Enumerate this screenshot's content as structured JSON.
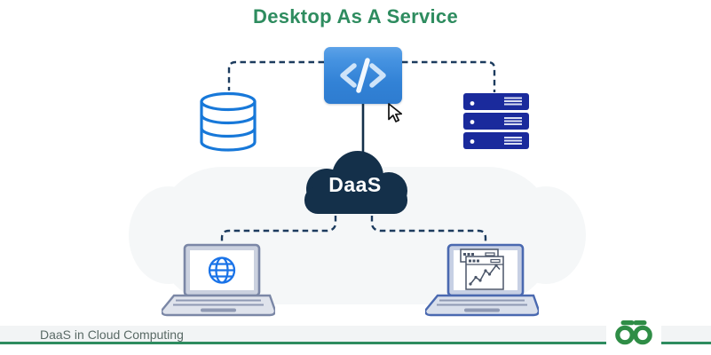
{
  "title": "Desktop As A Service",
  "cloud": {
    "label": "DaaS"
  },
  "footer": {
    "caption": "DaaS in Cloud Computing",
    "logo": "geeksforgeeks-logo"
  },
  "nodes": {
    "top_left": "database-icon",
    "top_center": "code-icon",
    "top_right": "server-stack-icon",
    "center": "daas-cloud",
    "bottom_left": "laptop-with-globe-icon",
    "bottom_right": "laptop-with-analytics-icon",
    "pointer": "mouse-cursor-icon"
  },
  "colors": {
    "title_green": "#2E8C5F",
    "divider_green": "#2E8C5F",
    "logo_green": "#2F8D46",
    "code_box_blue": "#3282D6",
    "database_blue": "#1778D9",
    "server_navy": "#1A2A9C",
    "cloud_navy": "#14304A",
    "connector_navy": "#1C3B5E",
    "laptop_gray_outline": "#7B87A6",
    "laptop_blue_outline": "#4A69B0",
    "globe_blue": "#1A73E8",
    "footer_text_gray": "#5A6A66",
    "footer_band_gray": "#F2F4F5"
  }
}
